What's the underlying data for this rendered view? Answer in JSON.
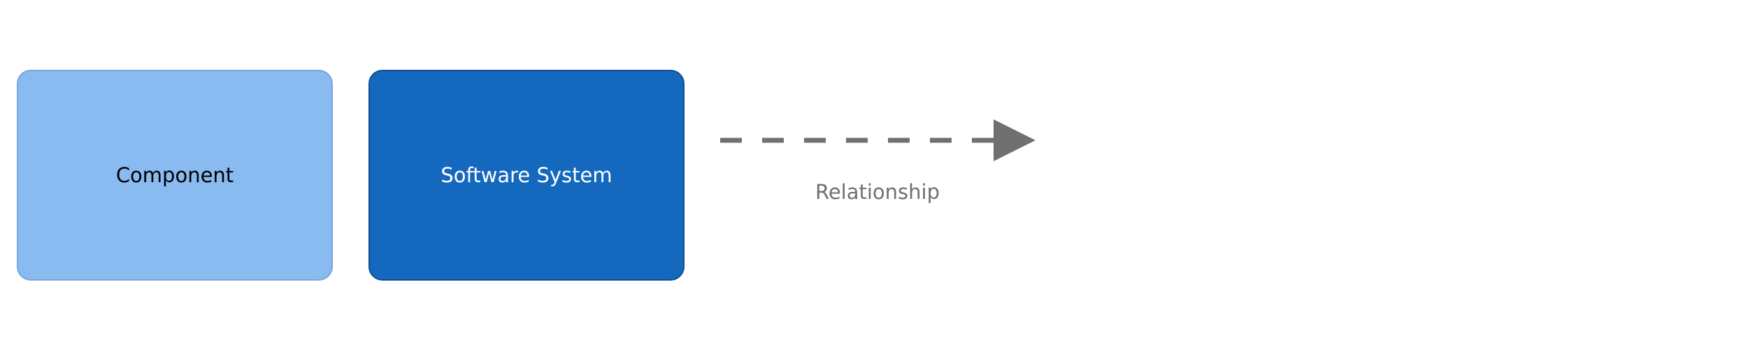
{
  "legend": {
    "component": {
      "label": "Component",
      "fill_color": "#89baf0",
      "text_color": "#000000"
    },
    "software_system": {
      "label": "Software System",
      "fill_color": "#1468bd",
      "text_color": "#ffffff"
    },
    "relationship": {
      "label": "Relationship",
      "line_color": "#707070",
      "line_style": "dashed",
      "arrowhead": "filled-triangle"
    }
  }
}
